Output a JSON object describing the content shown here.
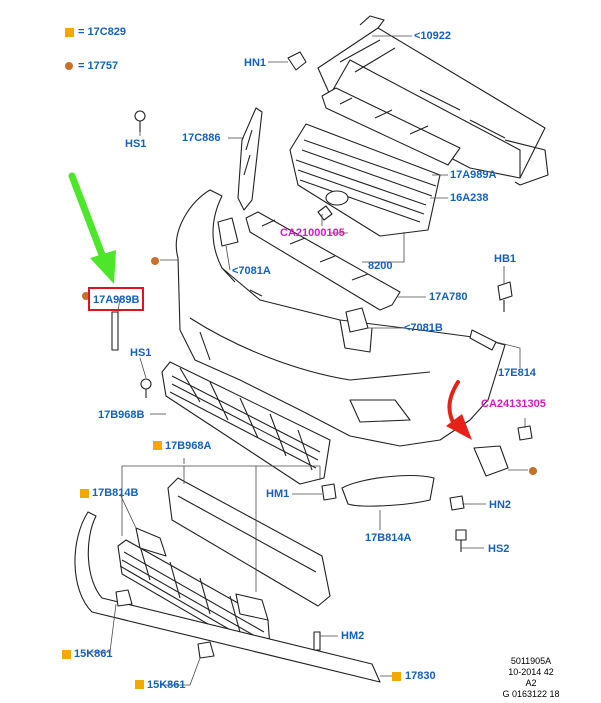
{
  "legend": {
    "square_item": "= 17C829",
    "dot_item": "= 17757"
  },
  "labels": {
    "p10922": "<10922",
    "hn1_top": "HN1",
    "hs1_top": "HS1",
    "p17c886": "17C886",
    "p17a989a": "17A989A",
    "p16a238": "16A238",
    "ca21000105": "CA21000105",
    "p8200": "8200",
    "p7081a": "<7081A",
    "p17a780": "17A780",
    "p17a989b": "17A989B",
    "p7081b": "<7081B",
    "hb1": "HB1",
    "p17e814": "17E814",
    "hs1_mid": "HS1",
    "ca24131305": "CA24131305",
    "p17b968b": "17B968B",
    "p17b968a": "17B968A",
    "hm1": "HM1",
    "hn2": "HN2",
    "p17b814b": "17B814B",
    "p17b814a": "17B814A",
    "hs2": "HS2",
    "hm2": "HM2",
    "p15k861_a": "15K861",
    "p15k861_b": "15K861",
    "p17830": "17830"
  },
  "reference": {
    "line1": "5011905A",
    "line2": "10-2014 42",
    "line3": "A2",
    "line4": "G 0163122 18"
  },
  "colors": {
    "label_blue": "#1560bd",
    "label_magenta": "#d41bbf",
    "highlight_red": "#e0131c",
    "arrow_green": "#4ee62a",
    "arrow_red": "#e8201a",
    "square_marker": "#f2a900",
    "dot_marker": "#c7702a"
  }
}
